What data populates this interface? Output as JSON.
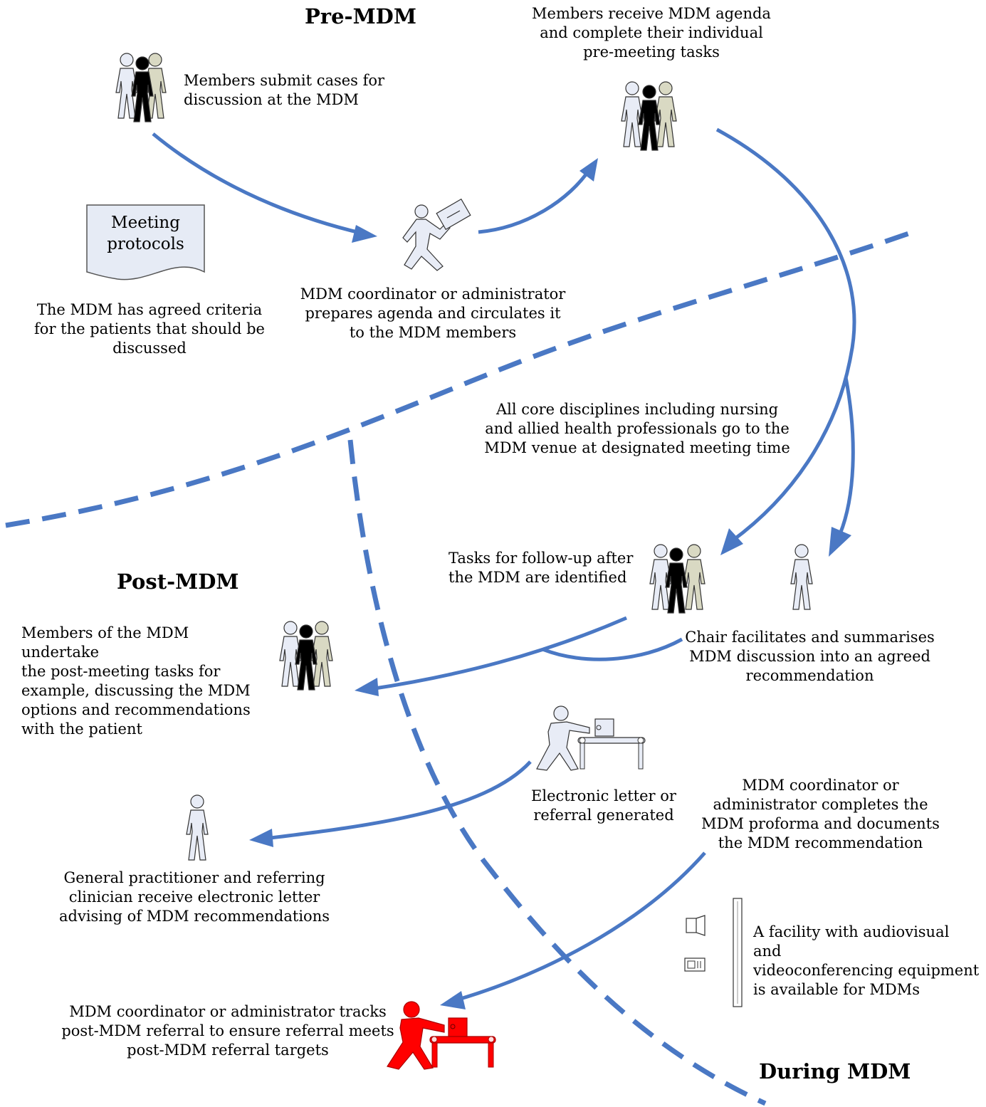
{
  "headings": {
    "pre": "Pre-MDM",
    "post": "Post-MDM",
    "during": "During MDM"
  },
  "document": {
    "label": "Meeting\nprotocols"
  },
  "labels": {
    "submit_cases": "Members submit cases for\ndiscussion at the MDM",
    "receive_agenda": "Members receive MDM agenda\nand complete their individual\npre-meeting tasks",
    "agreed_criteria": "The MDM has agreed criteria\nfor the patients that should be\ndiscussed",
    "prepares_agenda": "MDM coordinator or administrator\nprepares agenda and circulates it\nto the MDM members",
    "core_disciplines": "All core disciplines including nursing\nand allied health professionals go to the\nMDM venue at designated meeting time",
    "tasks_followup": "Tasks for follow-up after\nthe MDM are identified",
    "post_tasks": "Members of the MDM undertake\nthe post-meeting tasks for\nexample, discussing the MDM\noptions and recommendations\nwith the patient",
    "chair": "Chair facilitates and summarises\nMDM discussion into an agreed\nrecommendation",
    "letter_generated": "Electronic letter or\nreferral generated",
    "proforma": "MDM coordinator or\nadministrator completes the\nMDM proforma and documents\nthe MDM recommendation",
    "gp_receive": "General practitioner and referring\nclinician receive electronic letter\nadvising of MDM recommendations",
    "av_facility": "A facility with audiovisual and\nvideoconferencing equipment\nis available for MDMs",
    "tracks_referral": "MDM coordinator or administrator tracks\npost-MDM referral to ensure referral meets\npost-MDM referral targets"
  },
  "icons": {
    "group": "people-group-icon",
    "person": "person-icon",
    "courier": "person-with-letter-icon",
    "worker": "person-at-conveyor-icon",
    "camera": "camera-icon",
    "phone": "phone-icon",
    "screen": "screen-icon"
  },
  "colors": {
    "arrow": "#4a78c4",
    "figure_light": "#e8ecf6",
    "figure_tan": "#d9d9c3",
    "figure_dark": "#000000",
    "highlight": "#ff0000"
  }
}
